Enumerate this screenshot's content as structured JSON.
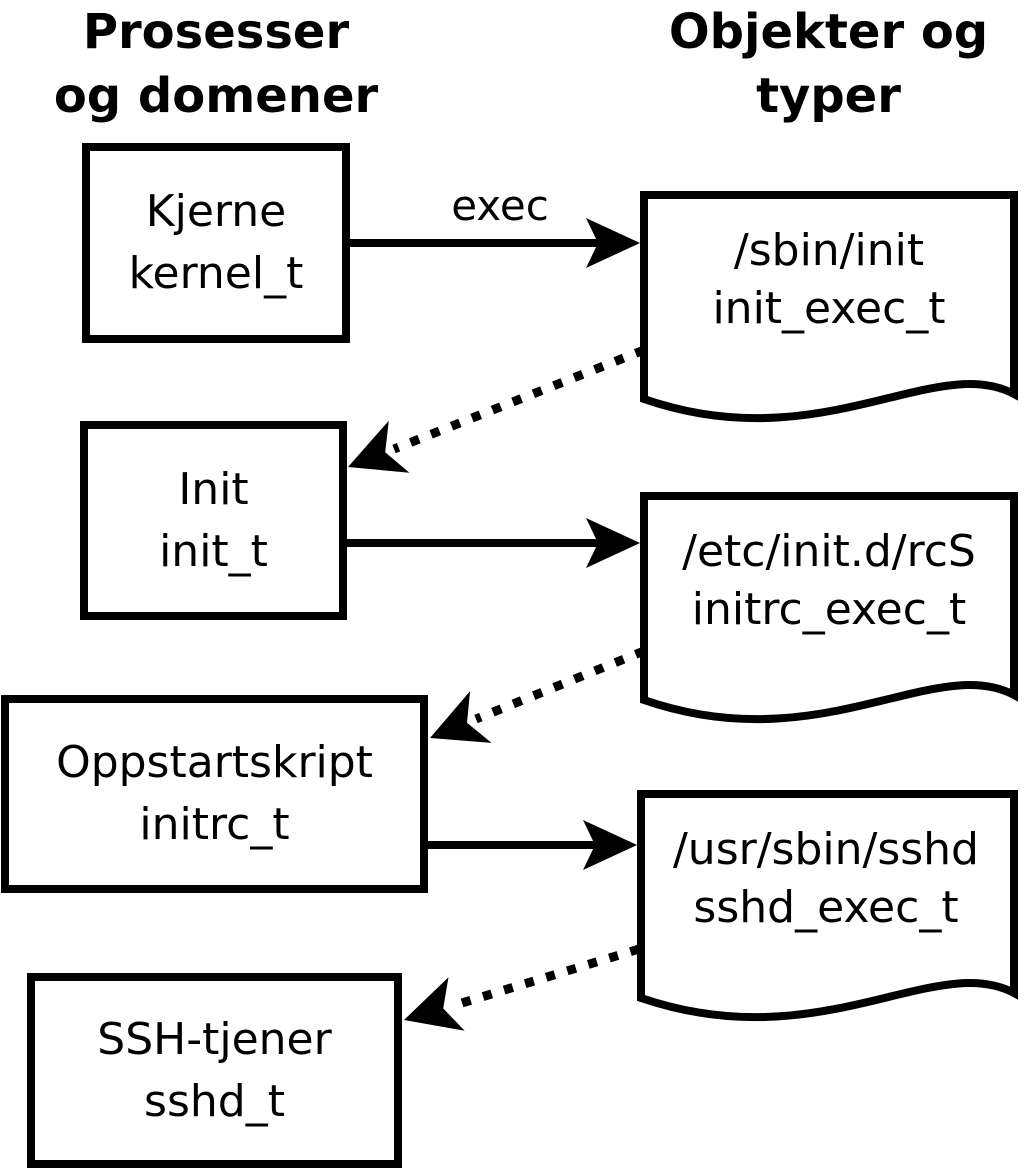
{
  "diagram": {
    "left_column_header": "Prosesser\nog domener",
    "right_column_header": "Objekter og\ntyper",
    "exec_arrow_label": "exec"
  },
  "processes": [
    {
      "name": "Kjerne",
      "domain": "kernel_t"
    },
    {
      "name": "Init",
      "domain": "init_t"
    },
    {
      "name": "Oppstartskript",
      "domain": "initrc_t"
    },
    {
      "name": "SSH-tjener",
      "domain": "sshd_t"
    }
  ],
  "objects": [
    {
      "path": "/sbin/init",
      "type": "init_exec_t"
    },
    {
      "path": "/etc/init.d/rcS",
      "type": "initrc_exec_t"
    },
    {
      "path": "/usr/sbin/sshd",
      "type": "sshd_exec_t"
    }
  ],
  "colors": {
    "ink": "#000000",
    "paper": "#ffffff"
  }
}
